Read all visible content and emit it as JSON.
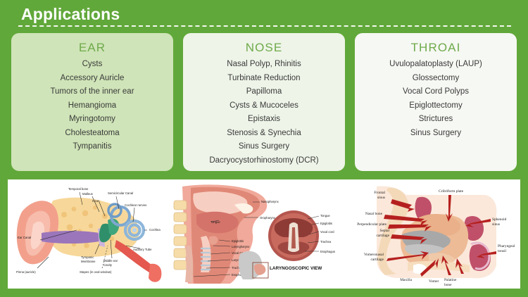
{
  "slide": {
    "title": "Applications",
    "background_color": "#61a83a",
    "title_color": "#ffffff",
    "heading_color": "#6faa4a",
    "body_text_color": "#3a3a3a"
  },
  "cards": [
    {
      "id": "ear",
      "heading": "EAR",
      "background_color": "#cfe4b8",
      "items": [
        "Cysts",
        "Accessory Auricle",
        "Tumors of the inner ear",
        "Hemangioma",
        "Myringotomy",
        "Cholesteatoma",
        "Tympanitis"
      ]
    },
    {
      "id": "nose",
      "heading": "NOSE",
      "background_color": "#eef4e8",
      "items": [
        "Nasal Polyp, Rhinitis",
        "Turbinate Reduction",
        "Papilloma",
        "Cysts & Mucoceles",
        "Epistaxis",
        "Stenosis & Synechia",
        "Sinus Surgery",
        "Dacryocystorhinostomy (DCR)"
      ]
    },
    {
      "id": "throat",
      "heading": "THROAI",
      "background_color": "#f6f8f3",
      "items": [
        "Uvulopalatoplasty (LAUP)",
        "Glossectomy",
        "Vocal Cord Polyps",
        "Epiglottectomy",
        "Strictures",
        "Sinus Surgery"
      ]
    }
  ],
  "image_strip": {
    "panels": [
      {
        "id": "ear-anatomy",
        "caption": "",
        "labels": [
          "Ear Canal",
          "Temporal bone",
          "Malleus",
          "Incus",
          "Semicircular Canal",
          "Cochlear nerves",
          "Cochlea",
          "Auditory Tube",
          "Tympanic Membrane",
          "Middle ear Cavity",
          "Stapes (in oval window)",
          "Pinna (auricle)"
        ]
      },
      {
        "id": "throat-anatomy",
        "caption": "LARYNGOSCOPIC VIEW",
        "labels": [
          "Nasopharynx",
          "Oropharynx",
          "Tongue",
          "Epiglottis",
          "Laryngharynx",
          "Vocal Cord",
          "Larynx",
          "Trachea",
          "Esophagus",
          "Vocal cord"
        ]
      },
      {
        "id": "nasal-septum-anatomy",
        "caption": "",
        "labels": [
          "Frontal sinus",
          "Cribriform plate",
          "Nasal bone",
          "Perpendicular plate",
          "Sphenoid sinus",
          "Septal cartilage",
          "Pharyngeal tonsil",
          "Vomeronasal cartilage",
          "Maxilla",
          "Vomer",
          "Palatine bone"
        ]
      }
    ]
  }
}
